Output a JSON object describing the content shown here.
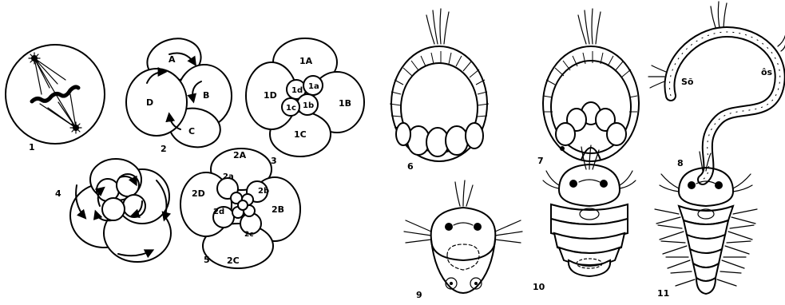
{
  "figure": {
    "stage_numbers": [
      "1",
      "2",
      "3",
      "4",
      "5",
      "6",
      "7",
      "8",
      "9",
      "10",
      "11"
    ],
    "stage2_labels": [
      "A",
      "B",
      "C",
      "D"
    ],
    "stage3_labels": [
      "1A",
      "1B",
      "1C",
      "1D",
      "1a",
      "1b",
      "1c",
      "1d"
    ],
    "stage5_labels": [
      "2A",
      "2B",
      "2C",
      "2D",
      "2a",
      "2b",
      "2c",
      "2d"
    ]
  }
}
